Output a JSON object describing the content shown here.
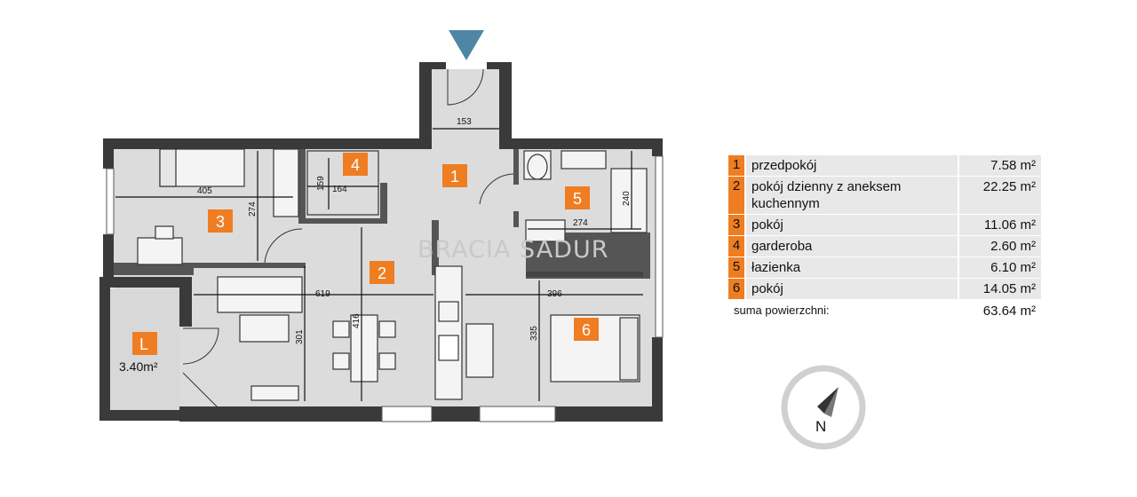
{
  "watermark": "BRACIA SADUR",
  "rooms": [
    {
      "num": "1",
      "name": "przedpokój",
      "area": "7.58 m²"
    },
    {
      "num": "2",
      "name": "pokój dzienny z aneksem kuchennym",
      "area": "22.25 m²"
    },
    {
      "num": "3",
      "name": "pokój",
      "area": "11.06 m²"
    },
    {
      "num": "4",
      "name": "garderoba",
      "area": "2.60 m²"
    },
    {
      "num": "5",
      "name": "łazienka",
      "area": "6.10 m²"
    },
    {
      "num": "6",
      "name": "pokój",
      "area": "14.05 m²"
    }
  ],
  "total": {
    "label": "suma powierzchni:",
    "value": "63.64 m²"
  },
  "balcony": {
    "label": "L",
    "area": "3.40m²"
  },
  "dimensions": [
    "153",
    "405",
    "274",
    "159",
    "164",
    "240",
    "274",
    "619",
    "416",
    "301",
    "396",
    "335"
  ],
  "compass": {
    "label": "N"
  },
  "colors": {
    "accent": "#ef7d22",
    "wall": "#3a3a3a",
    "floor": "#dcdcdc",
    "entrance": "#4f86a6"
  }
}
